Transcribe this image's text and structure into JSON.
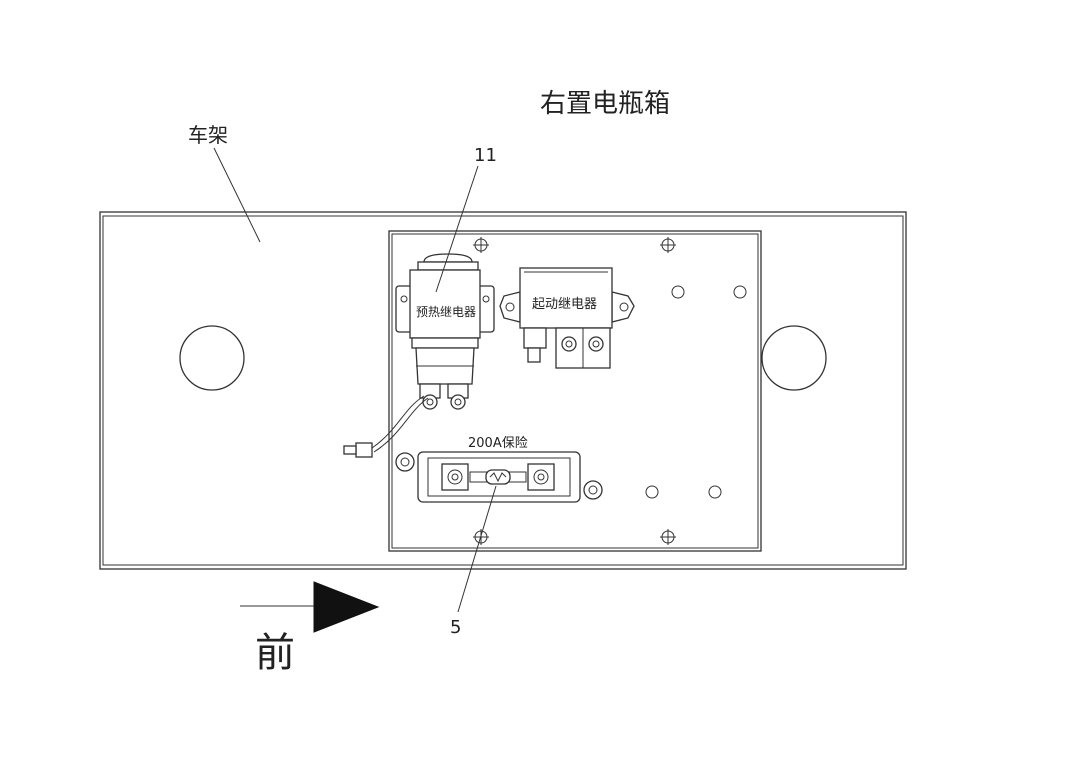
{
  "title": "右置电瓶箱",
  "labels": {
    "frame": "车架",
    "front": "前",
    "preheat_relay": "预热继电器",
    "start_relay": "起动继电器",
    "fuse": "200A保险",
    "callout_11": "11",
    "callout_5": "5"
  },
  "colors": {
    "line": "#333333",
    "background": "#ffffff",
    "arrow": "#111111"
  }
}
